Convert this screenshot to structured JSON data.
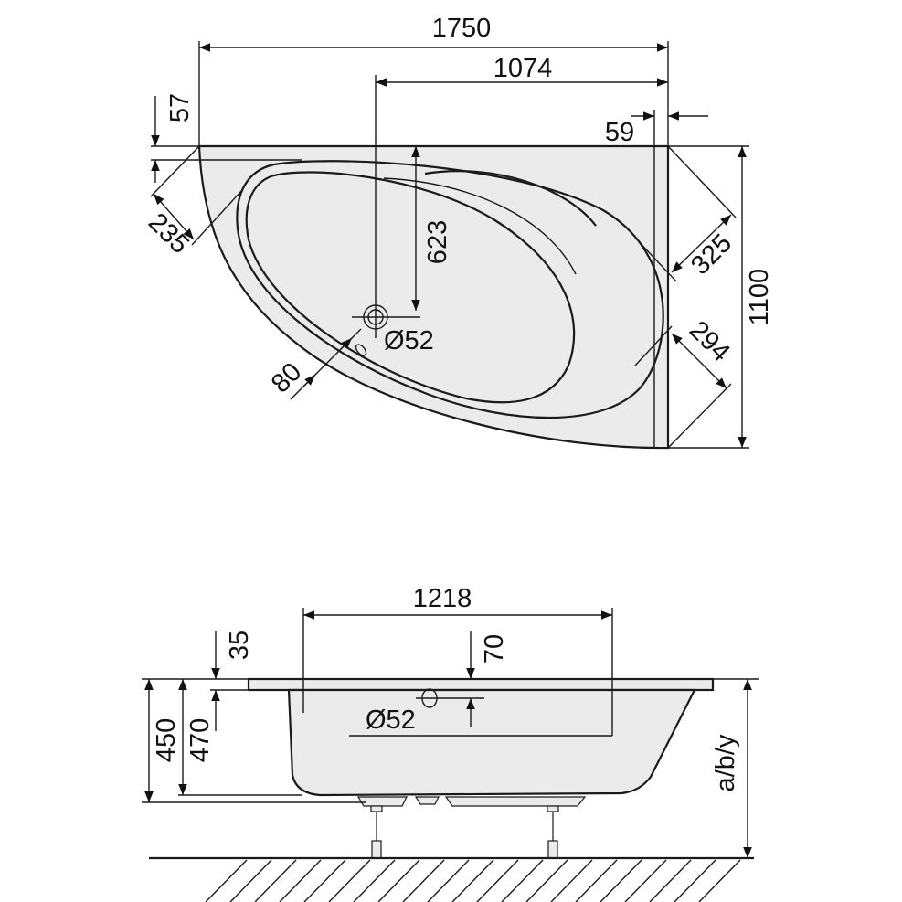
{
  "top_view": {
    "width_total": "1750",
    "drain_to_right": "1074",
    "rim_offset_top": "57",
    "right_offset": "59",
    "corner_diag_left": "235",
    "drain_depth": "623",
    "corner_diag_right": "325",
    "depth_total": "1100",
    "drain_diameter": "Ø52",
    "overflow_offset": "80",
    "lower_diag_right": "294"
  },
  "side_view": {
    "inner_length": "1218",
    "rim_thickness": "35",
    "overflow_height": "70",
    "height_450": "450",
    "height_470": "470",
    "overflow_diameter": "Ø52",
    "leg_height": "a/b/y"
  },
  "colors": {
    "fill": "#ebebeb",
    "line": "#1a1a1a"
  }
}
